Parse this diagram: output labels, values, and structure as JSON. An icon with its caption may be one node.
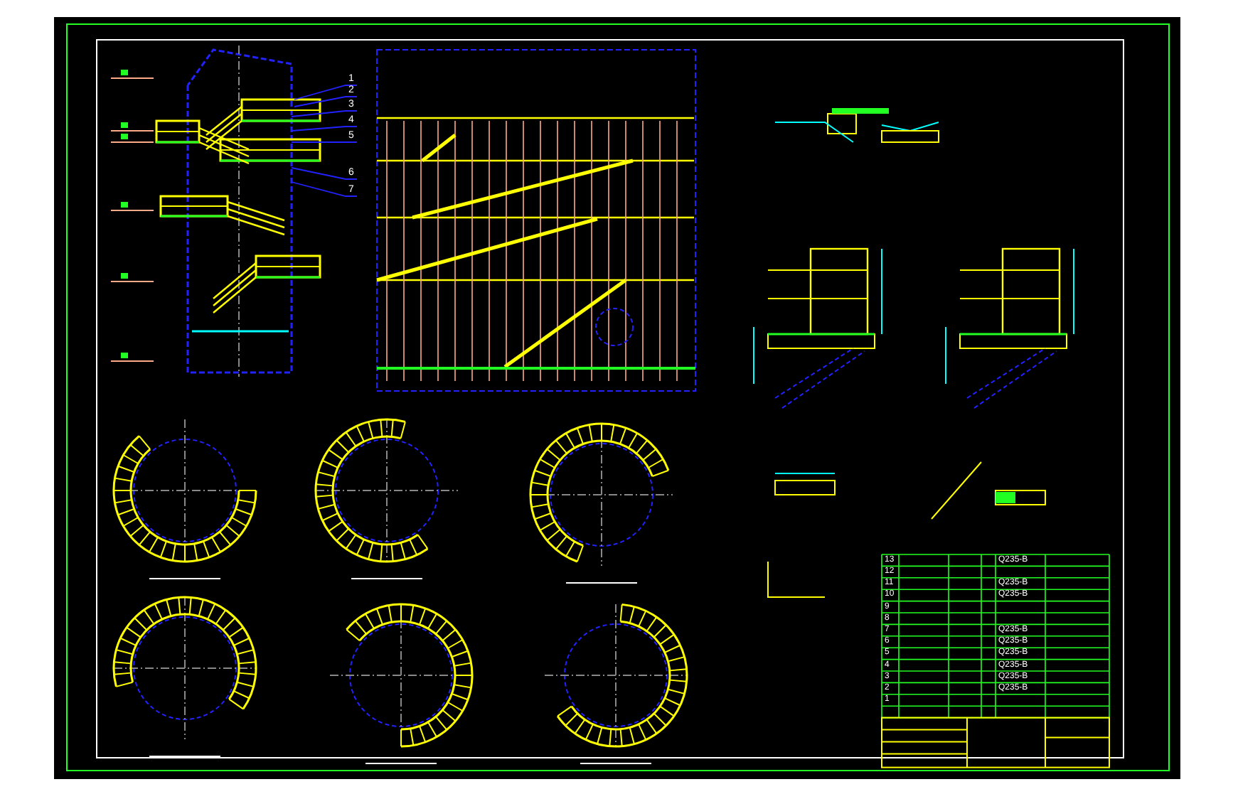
{
  "diagram": {
    "nodes": [
      {
        "text": [
          "1"
        ]
      },
      {
        "text": [
          "2"
        ]
      },
      {
        "text": [
          "3"
        ]
      },
      {
        "text": [
          "4"
        ]
      },
      {
        "text": [
          "5"
        ]
      },
      {
        "text": [
          "6"
        ]
      },
      {
        "text": [
          "7"
        ]
      }
    ],
    "edges": [
      {
        "from": 0,
        "to": null,
        "arrow": "none"
      },
      {
        "from": 1,
        "to": null,
        "arrow": "none"
      },
      {
        "from": 2,
        "to": null,
        "arrow": "none"
      },
      {
        "from": 3,
        "to": null,
        "arrow": "none"
      },
      {
        "from": 4,
        "to": null,
        "arrow": "none"
      },
      {
        "from": 5,
        "to": null,
        "arrow": "none"
      },
      {
        "from": 6,
        "to": null,
        "arrow": "none"
      }
    ],
    "labels": [
      "13",
      "Q235-B",
      "12",
      "11",
      "Q235-B",
      "10",
      "Q235-B",
      "9",
      "8",
      "7",
      "Q235-B",
      "6",
      "Q235-B",
      "5",
      "Q235-B",
      "4",
      "Q235-B",
      "3",
      "Q235-B",
      "2",
      "Q235-B",
      "1"
    ]
  }
}
